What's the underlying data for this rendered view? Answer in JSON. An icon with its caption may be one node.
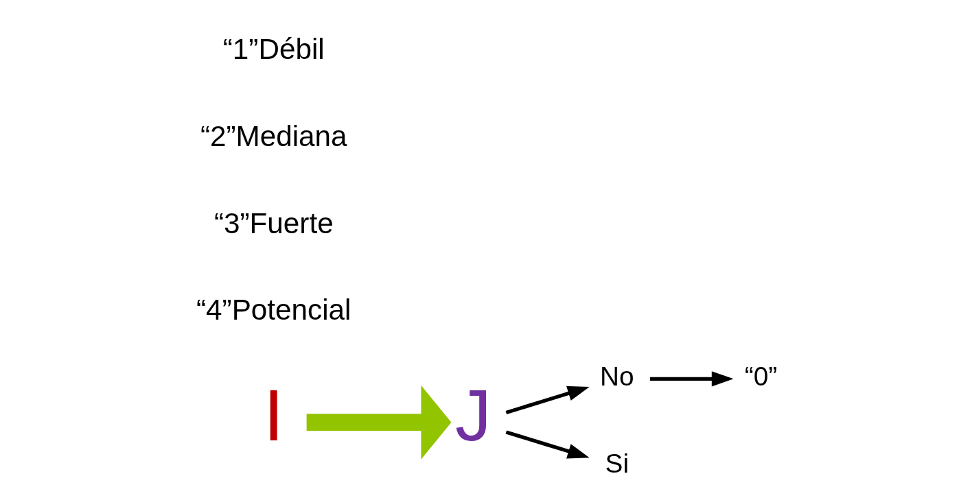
{
  "diagram": {
    "nodes": [
      {
        "text": [
          "I"
        ]
      },
      {
        "text": [
          "J"
        ]
      },
      {
        "text": [
          "No"
        ]
      },
      {
        "text": [
          "“0”"
        ]
      },
      {
        "text": [
          "Si"
        ]
      }
    ],
    "edges": [
      {
        "from": 0,
        "to": 1,
        "arrow": "to",
        "style": "thick",
        "color": "#92c400"
      },
      {
        "from": 1,
        "to": 2,
        "arrow": "to"
      },
      {
        "from": 1,
        "to": 4,
        "arrow": "to"
      },
      {
        "from": 2,
        "to": 3,
        "arrow": "to"
      }
    ],
    "labels": [
      "“1”Débil",
      "“2”Mediana",
      "“3”Fuerte",
      "“4”Potencial"
    ]
  }
}
